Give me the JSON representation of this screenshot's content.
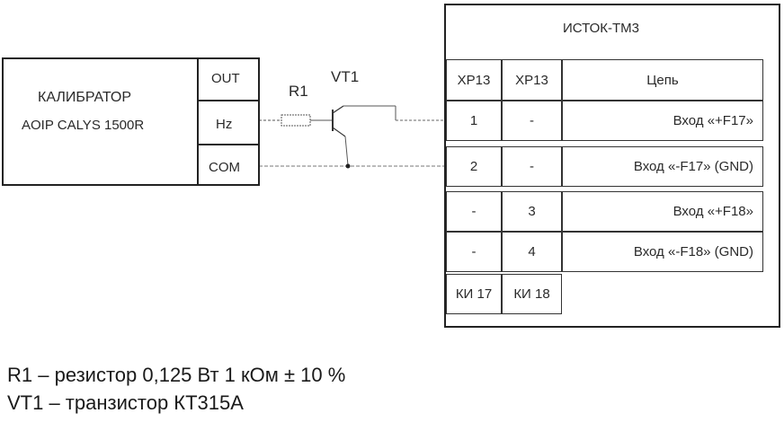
{
  "calibrator": {
    "title": "КАЛИБРАТОР",
    "model": "AOIP CALYS 1500R",
    "terminals": [
      "OUT",
      "Hz",
      "COM"
    ]
  },
  "components": {
    "r1": "R1",
    "vt1": "VT1"
  },
  "istok": {
    "title": "ИСТОК-ТМ3",
    "headers": [
      "XP13",
      "XP13",
      "Цепь"
    ],
    "rows": [
      {
        "a": "1",
        "b": "-",
        "circuit": "Вход «+F17»"
      },
      {
        "a": "2",
        "b": "-",
        "circuit": "Вход «-F17» (GND)"
      },
      {
        "a": "-",
        "b": "3",
        "circuit": "Вход «+F18»"
      },
      {
        "a": "-",
        "b": "4",
        "circuit": "Вход «-F18» (GND)"
      }
    ],
    "footer": [
      "КИ 17",
      "КИ 18"
    ]
  },
  "legend": [
    "R1 – резистор 0,125 Вт 1 кОм ± 10 %",
    "VT1 – транзистор КТ315А"
  ]
}
